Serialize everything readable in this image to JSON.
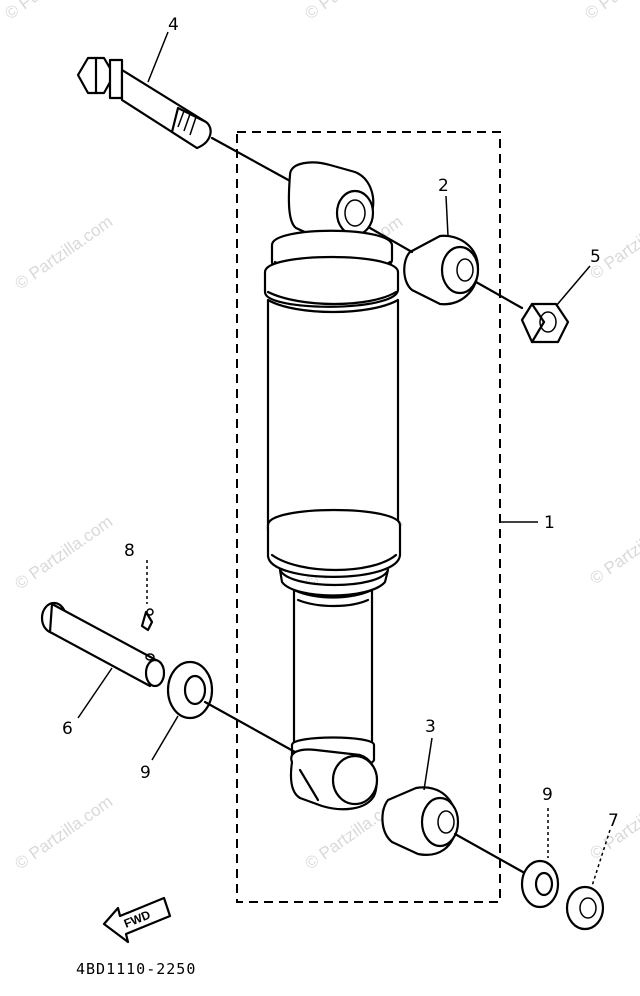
{
  "watermark": {
    "text": "© Partzilla.com",
    "color": "#d9d9d9"
  },
  "callouts": {
    "c1": "1",
    "c2": "2",
    "c3": "3",
    "c4": "4",
    "c5": "5",
    "c6": "6",
    "c7": "7",
    "c8": "8",
    "c9a": "9",
    "c9b": "9"
  },
  "direction": {
    "label": "FWD"
  },
  "drawing_code": "4BD1110-2250"
}
